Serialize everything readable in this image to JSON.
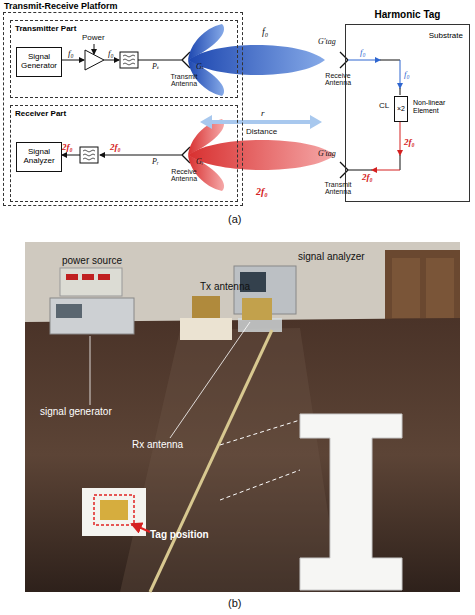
{
  "diagram": {
    "nodes": [
      {
        "text": [
          "Transmit-Receive Platform"
        ]
      },
      {
        "text": [
          "Transmitter Part"
        ],
        "in": 0
      },
      {
        "text": [
          "Signal Generator"
        ],
        "in": 1
      },
      {
        "text": [
          "Receiver Part"
        ],
        "in": 0
      },
      {
        "text": [
          "Signal Analyzer"
        ],
        "in": 3
      },
      {
        "text": [
          "Harmonic Tag",
          "Substrate"
        ]
      },
      {
        "text": [
          "×2",
          "Non-linear Element"
        ],
        "in": 5
      }
    ],
    "labels": [
      "Power",
      "f₀",
      "f₀",
      "Pₜ",
      "Gₜ",
      "Transmit Antenna",
      "2f₀",
      "2f₀",
      "Pᵣ",
      "Gᵣ",
      "Receive Antenna",
      "f₀",
      "r",
      "Distance",
      "2f₀",
      "G′tag",
      "Receive Antenna",
      "f₀",
      "f₀",
      "CL",
      "2f₀",
      "G′tag",
      "Transmit Antenna",
      "2f₀",
      "(a)",
      "power source",
      "signal analyzer",
      "Tx antenna",
      "signal generator",
      "Rx antenna",
      "Tag position",
      "(b)"
    ]
  }
}
